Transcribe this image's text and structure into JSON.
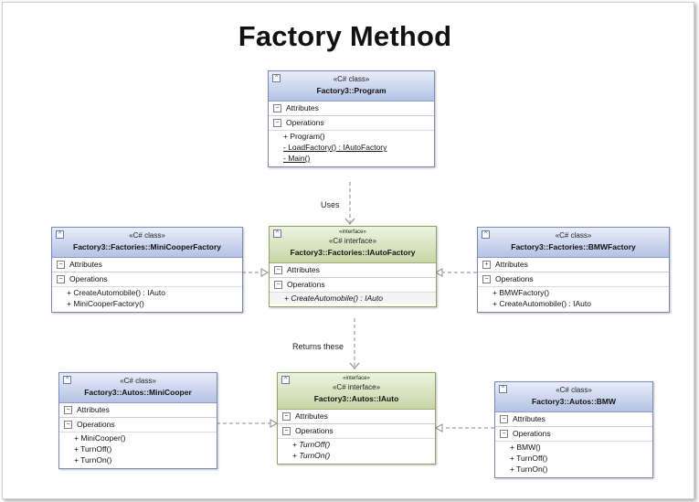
{
  "title": "Factory Method",
  "labels": {
    "uses": "Uses",
    "returns": "Returns these"
  },
  "classes": {
    "program": {
      "stereotype": "«C# class»",
      "name": "Factory3::Program",
      "attributes_label": "Attributes",
      "operations_label": "Operations",
      "operations": [
        "+ Program()",
        "- LoadFactory() : IAutoFactory",
        "- Main()"
      ]
    },
    "iautofactory": {
      "pre_stereotype": "«interface»",
      "stereotype": "«C# interface»",
      "name": "Factory3::Factories::IAutoFactory",
      "attributes_label": "Attributes",
      "operations_label": "Operations",
      "operations": [
        "+ CreateAutomobile() : IAuto"
      ]
    },
    "minicooperfactory": {
      "stereotype": "«C# class»",
      "name": "Factory3::Factories::MiniCooperFactory",
      "attributes_label": "Attributes",
      "operations_label": "Operations",
      "operations": [
        "+ CreateAutomobile() : IAuto",
        "+ MiniCooperFactory()"
      ]
    },
    "bmwfactory": {
      "stereotype": "«C# class»",
      "name": "Factory3::Factories::BMWFactory",
      "attributes_label": "Attributes",
      "operations_label": "Operations",
      "operations": [
        "+ BMWFactory()",
        "+ CreateAutomobile() : IAuto"
      ]
    },
    "iauto": {
      "pre_stereotype": "«interface»",
      "stereotype": "«C# interface»",
      "name": "Factory3::Autos::IAuto",
      "attributes_label": "Attributes",
      "operations_label": "Operations",
      "operations": [
        "+ TurnOff()",
        "+ TurnOn()"
      ]
    },
    "minicooper": {
      "stereotype": "«C# class»",
      "name": "Factory3::Autos::MiniCooper",
      "attributes_label": "Attributes",
      "operations_label": "Operations",
      "operations": [
        "+ MiniCooper()",
        "+ TurnOff()",
        "+ TurnOn()"
      ]
    },
    "bmw": {
      "stereotype": "«C# class»",
      "name": "Factory3::Autos::BMW",
      "attributes_label": "Attributes",
      "operations_label": "Operations",
      "operations": [
        "+ BMW()",
        "+ TurnOff()",
        "+ TurnOn()"
      ]
    }
  }
}
